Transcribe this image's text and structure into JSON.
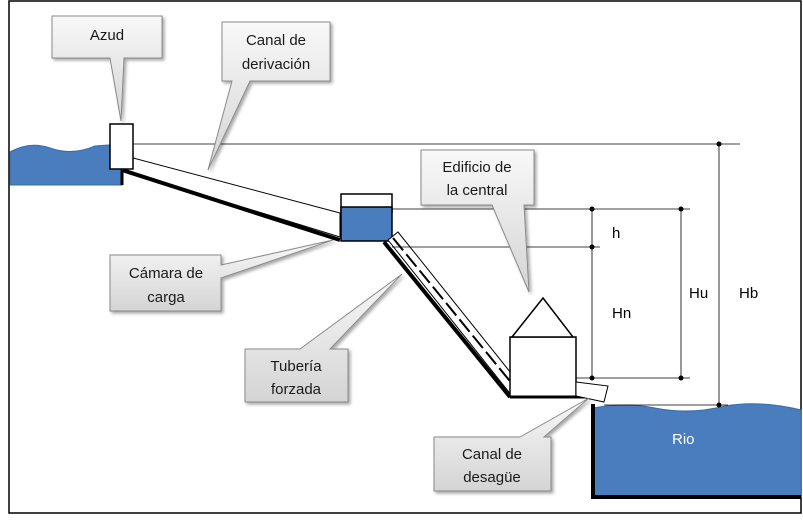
{
  "diagram": {
    "labels": {
      "azud": "Azud",
      "canal_derivacion_1": "Canal de",
      "canal_derivacion_2": "derivación",
      "edificio_1": "Edificio de",
      "edificio_2": "la central",
      "camara_1": "Cámara de",
      "camara_2": "carga",
      "tuberia_1": "Tubería",
      "tuberia_2": "forzada",
      "canal_desague_1": "Canal de",
      "canal_desague_2": "desagüe",
      "rio": "Rio"
    },
    "dimensions": {
      "h": "h",
      "hn": "Hn",
      "hu": "Hu",
      "hb": "Hb"
    },
    "colors": {
      "water": "#4a7dbd",
      "water_edge": "#3b6aa8",
      "callout_fill_top": "#f7f7f7",
      "callout_fill_bottom": "#d6d6d6",
      "callout_stroke": "#8a8a8a",
      "line": "#000000",
      "frame": "#000000"
    }
  }
}
